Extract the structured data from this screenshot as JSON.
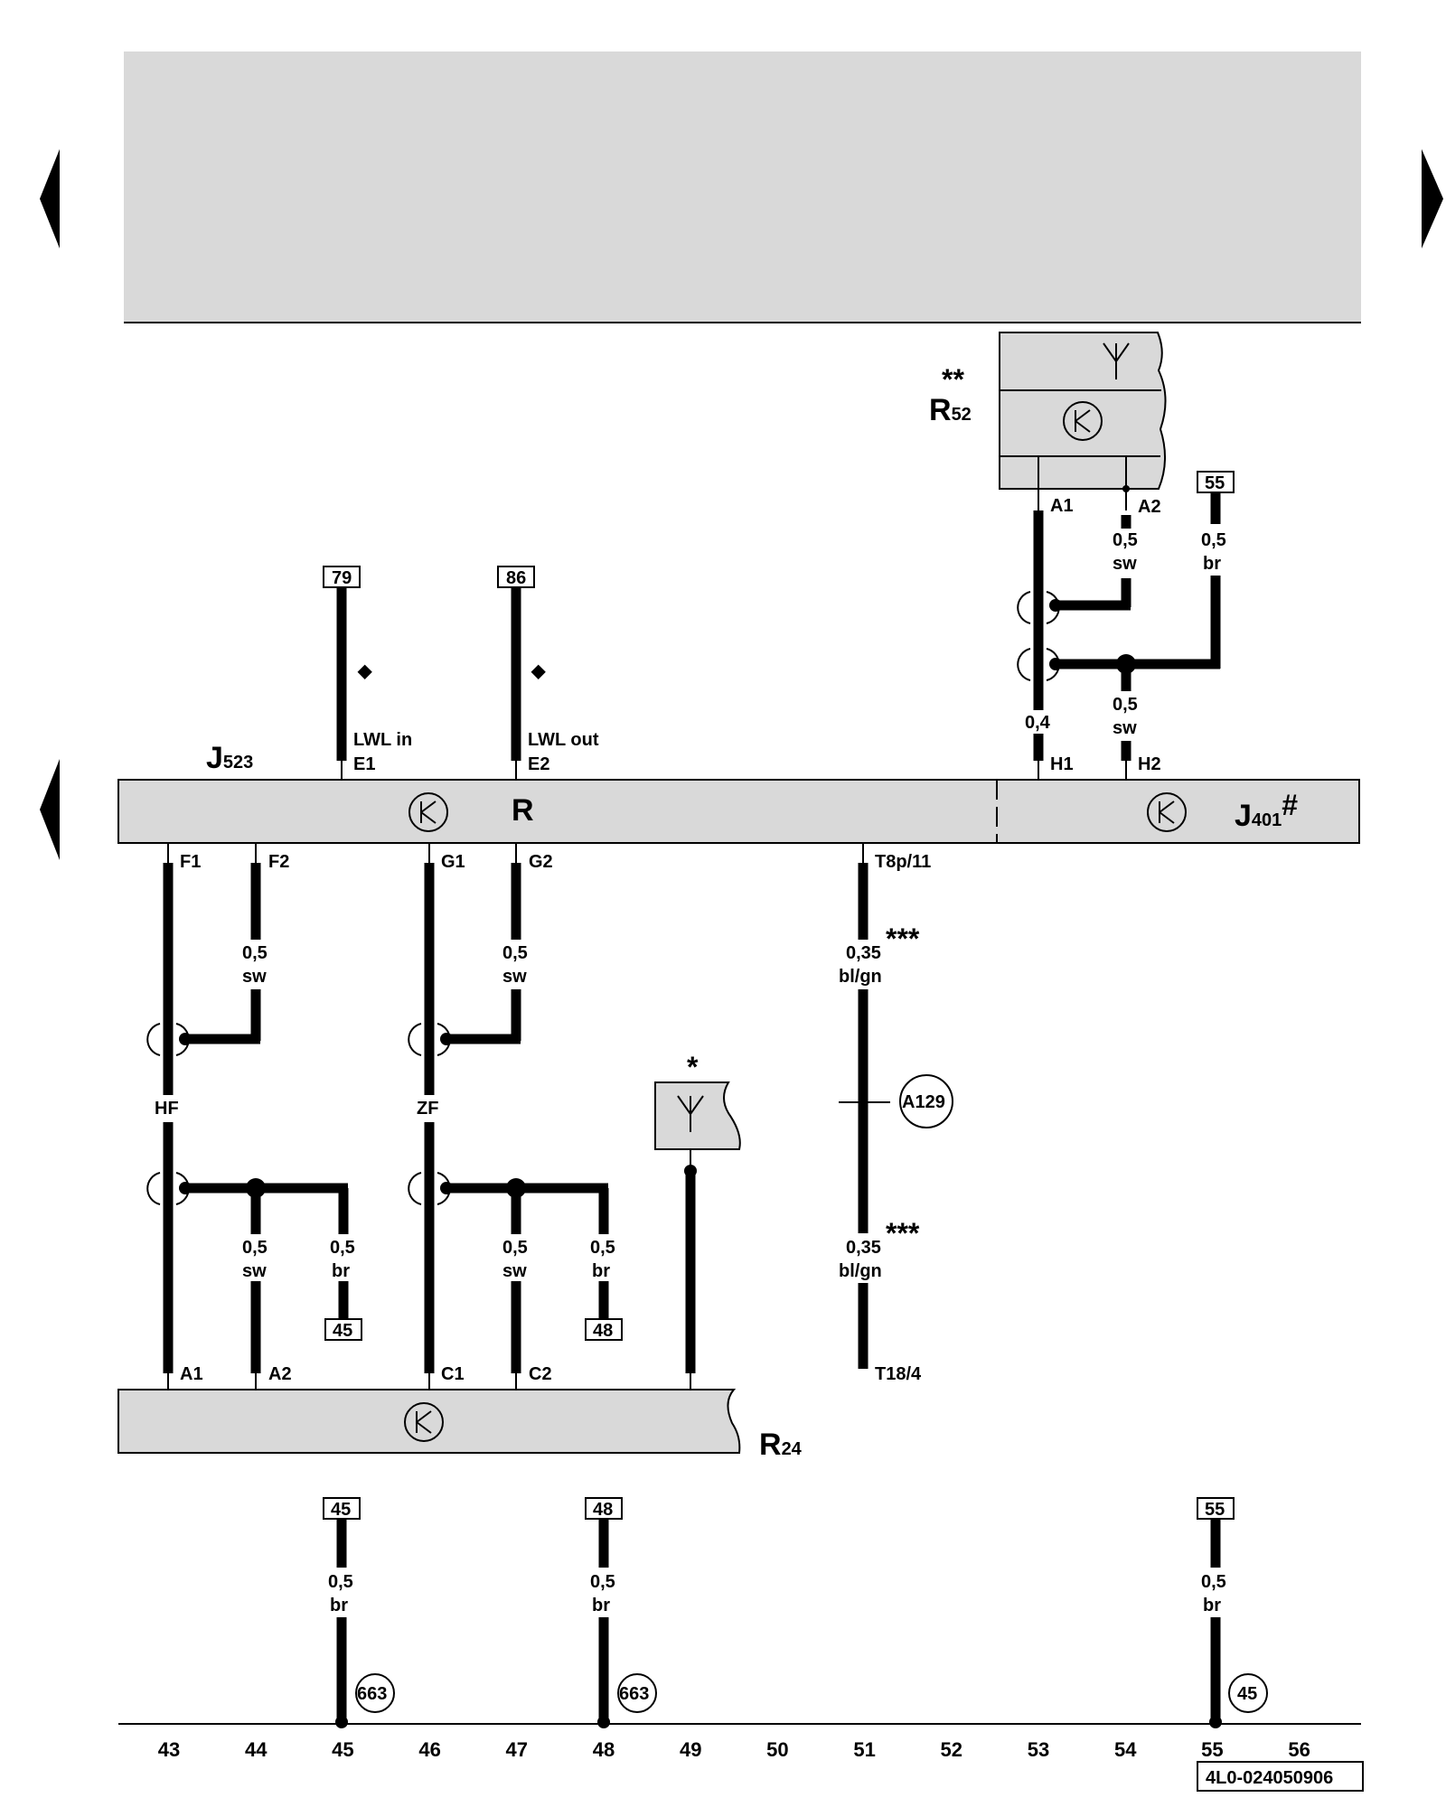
{
  "components": {
    "j523": {
      "name": "J",
      "sub": "523"
    },
    "r": {
      "name": "R"
    },
    "j401": {
      "name": "J",
      "sub": "401",
      "mark": "#"
    },
    "r52": {
      "name": "R",
      "sub": "52",
      "stars": "**"
    },
    "r24": {
      "name": "R",
      "sub": "24"
    },
    "antenna_star": "*"
  },
  "references": {
    "ref79": "79",
    "ref86": "86",
    "ref55": "55",
    "ref45": "45",
    "ref48": "48"
  },
  "pins": {
    "e1": "E1",
    "e2": "E2",
    "lwl_in": "LWL in",
    "lwl_out": "LWL out",
    "h1": "H1",
    "h2": "H2",
    "a1_top": "A1",
    "a2_top": "A2",
    "f1": "F1",
    "f2": "F2",
    "g1": "G1",
    "g2": "G2",
    "t8p": "T8p/11",
    "a1": "A1",
    "a2": "A2",
    "c1": "C1",
    "c2": "C2",
    "t18": "T18/4",
    "hf": "HF",
    "zf": "ZF"
  },
  "wires": {
    "w05": "0,5",
    "w04": "0,4",
    "w035": "0,35",
    "sw": "sw",
    "br": "br",
    "blgn": "bl/gn",
    "stars3": "***"
  },
  "diamond": "◆",
  "grounds": {
    "g663": "663",
    "g45": "45",
    "a129": "A129"
  },
  "axis": [
    "43",
    "44",
    "45",
    "46",
    "47",
    "48",
    "49",
    "50",
    "51",
    "52",
    "53",
    "54",
    "55",
    "56"
  ],
  "doc_code": "4L0-024050906"
}
